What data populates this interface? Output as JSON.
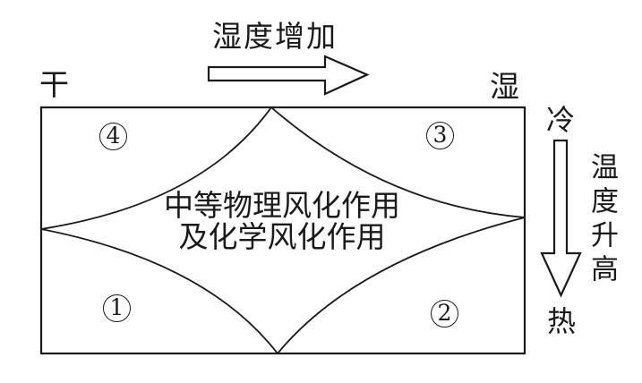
{
  "diagram": {
    "background": "#ffffff",
    "line_color": "#1a1a1a",
    "humidity_arrow": {
      "label": "湿度增加",
      "direction": "right",
      "start_label": "干",
      "end_label": "湿"
    },
    "temperature_arrow": {
      "label": "温度升高",
      "direction": "down",
      "start_label": "冷",
      "end_label": "热"
    },
    "center_region": {
      "line1": "中等物理风化作用",
      "line2": "及化学风化作用"
    },
    "regions": [
      {
        "number": "1",
        "position": "bottom-left"
      },
      {
        "number": "2",
        "position": "bottom-right"
      },
      {
        "number": "3",
        "position": "top-right"
      },
      {
        "number": "4",
        "position": "top-left"
      }
    ]
  }
}
